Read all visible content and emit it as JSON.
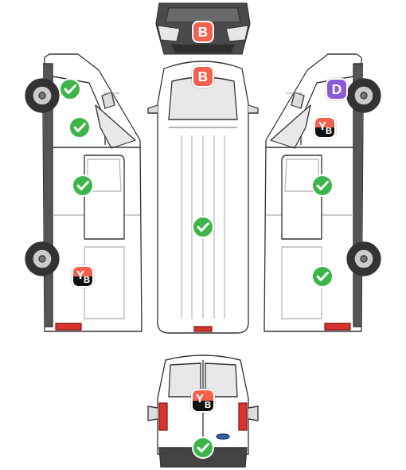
{
  "diagram": {
    "nodes": [
      {
        "text": [
          "B"
        ]
      },
      {
        "text": [
          "B"
        ]
      },
      {
        "text": [
          "D"
        ]
      },
      {
        "text": [
          "Y",
          "B"
        ]
      },
      {
        "text": [
          "Y",
          "B"
        ]
      },
      {
        "text": [
          "Y",
          "B"
        ]
      }
    ]
  }
}
